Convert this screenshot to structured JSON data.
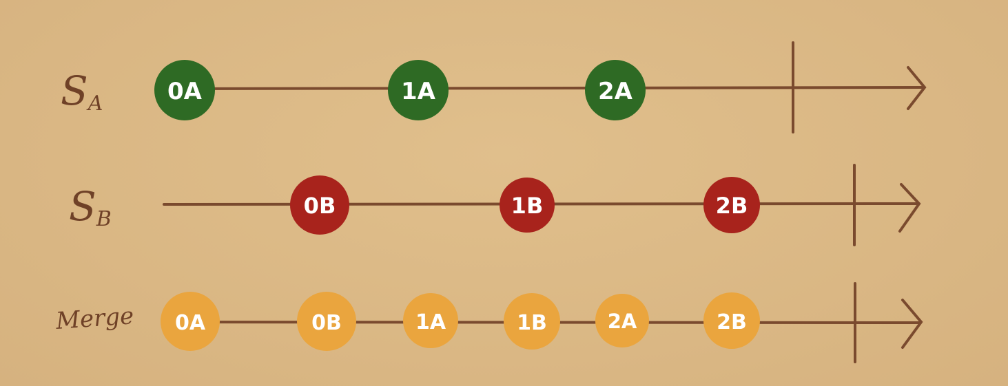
{
  "colors": {
    "background": "#dcba86",
    "line": "#7a4a2e",
    "stream_a": "#2e6a24",
    "stream_b": "#a8231c",
    "merge": "#eaa53e",
    "label": "#6f4127",
    "marble_text": "#ffffff"
  },
  "rows": [
    {
      "id": "stream-a",
      "label_main": "S",
      "label_sub": "A",
      "color_key": "stream_a",
      "marbles": [
        "0A",
        "1A",
        "2A"
      ]
    },
    {
      "id": "stream-b",
      "label_main": "S",
      "label_sub": "B",
      "color_key": "stream_b",
      "marbles": [
        "0B",
        "1B",
        "2B"
      ]
    },
    {
      "id": "merge",
      "label_main": "Merge",
      "label_sub": "",
      "color_key": "merge",
      "marbles": [
        "0A",
        "0B",
        "1A",
        "1B",
        "2A",
        "2B"
      ]
    }
  ]
}
